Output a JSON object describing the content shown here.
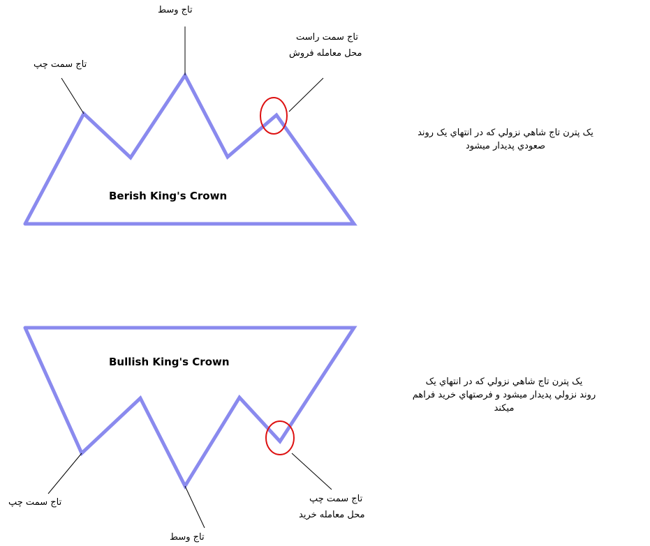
{
  "bearish": {
    "title": "Berish King's Crown",
    "middle_crown": "تاج وسط",
    "left_crown": "تاج سمت چپ",
    "right_crown_line1": "تاج سمت راست",
    "right_crown_line2": "محل معامله فروش",
    "description_line1": "یک پترن تاج شاهي نزولي که در انتهاي یک روند",
    "description_line2": "صعودي پدیدار میشود"
  },
  "bullish": {
    "title": "Bullish King's Crown",
    "left_crown": "تاج سمت چپ",
    "middle_crown": "تاج وسط",
    "right_crown_line1": "تاج سمت چپ",
    "right_crown_line2": "محل معامله خرید",
    "description_line1": "یک پترن تاج شاهي نزولي که در انتهاي یک",
    "description_line2": "روند نزولي  پدیدار میشود و فرصتهاي خرید فراهم",
    "description_line3": "میکند"
  },
  "colors": {
    "pattern_line": "#8a8aee",
    "highlight_circle": "#dd1111",
    "pointer_line": "#000000"
  }
}
